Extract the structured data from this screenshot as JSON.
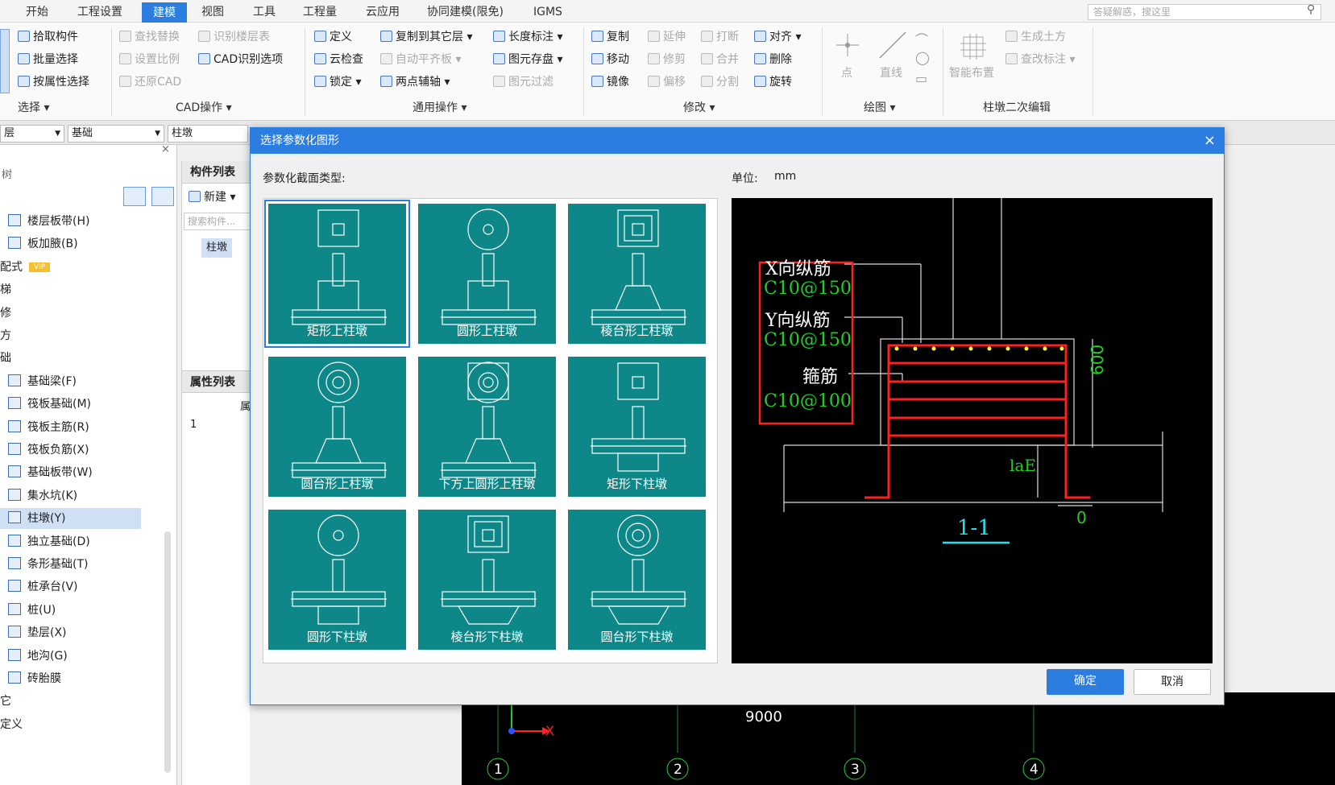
{
  "menubar": {
    "items": [
      "开始",
      "工程设置",
      "建模",
      "视图",
      "工具",
      "工程量",
      "云应用",
      "协同建模(限免)",
      "IGMS"
    ],
    "active": "建模",
    "search_placeholder": "答疑解惑，搜这里"
  },
  "ribbon": {
    "select": {
      "items": [
        "拾取构件",
        "批量选择",
        "按属性选择"
      ],
      "label": "选择"
    },
    "cad": {
      "items": [
        "查找替换",
        "识别楼层表",
        "设置比例",
        "CAD识别选项",
        "还原CAD"
      ],
      "label": "CAD操作"
    },
    "general": {
      "items": [
        "定义",
        "复制到其它层",
        "长度标注",
        "云检查",
        "自动平齐板",
        "图元存盘",
        "锁定",
        "两点辅轴",
        "图元过滤"
      ],
      "label": "通用操作"
    },
    "modify": {
      "items": [
        "复制",
        "延伸",
        "打断",
        "对齐",
        "移动",
        "修剪",
        "合并",
        "删除",
        "镜像",
        "偏移",
        "分割",
        "旋转"
      ],
      "label": "修改"
    },
    "draw": {
      "items": [
        "点",
        "直线"
      ],
      "label": "绘图"
    },
    "pier": {
      "items": [
        "智能布置",
        "生成土方",
        "查改标注"
      ],
      "label": "柱墩二次编辑"
    }
  },
  "toolbar2": {
    "floor": "层",
    "category": "基础",
    "type": "柱墩"
  },
  "left_tree": {
    "items": [
      "楼层板带(H)",
      "板加腋(B)",
      "配式",
      "梯",
      "修",
      "方",
      "础",
      "基础梁(F)",
      "筏板基础(M)",
      "筏板主筋(R)",
      "筏板负筋(X)",
      "基础板带(W)",
      "集水坑(K)",
      "柱墩(Y)",
      "独立基础(D)",
      "条形基础(T)",
      "桩承台(V)",
      "桩(U)",
      "垫层(X)",
      "地沟(G)",
      "砖胎膜",
      "它",
      "定义"
    ],
    "selected": "柱墩(Y)",
    "vip": "VIP",
    "header": "树"
  },
  "mid_panel": {
    "title": "构件列表",
    "new_btn": "新建",
    "search_placeholder": "搜索构件...",
    "item": "柱墩",
    "prop_title": "属性列表",
    "prop_col": "属",
    "row_num": "1"
  },
  "dialog": {
    "title": "选择参数化图形",
    "section_label": "参数化截面类型:",
    "unit_label": "单位:",
    "unit_value": "mm",
    "shapes": [
      "矩形上柱墩",
      "圆形上柱墩",
      "棱台形上柱墩",
      "圆台形上柱墩",
      "下方上圆形上柱墩",
      "矩形下柱墩",
      "圆形下柱墩",
      "棱台形下柱墩",
      "圆台形下柱墩"
    ],
    "selected_shape": "矩形上柱墩",
    "ok_label": "确定",
    "cancel_label": "取消"
  },
  "preview": {
    "x_bar": "X向纵筋",
    "x_bar_spec": "C10@150",
    "y_bar": "Y向纵筋",
    "y_bar_spec": "C10@150",
    "stirrup": "箍筋",
    "stirrup_spec": "C10@100",
    "height": "600",
    "anchor": "laE",
    "offset": "0",
    "section": "1-1"
  },
  "canvas": {
    "dimension": "9000",
    "axis_labels": [
      "1",
      "2",
      "3",
      "4"
    ],
    "x_axis": "X"
  },
  "colors": {
    "accent": "#2b7de0",
    "thumb_bg": "#0d8787",
    "rebar": "#ff2020",
    "dim_green": "#20d020",
    "section_cyan": "#20e0f0"
  }
}
